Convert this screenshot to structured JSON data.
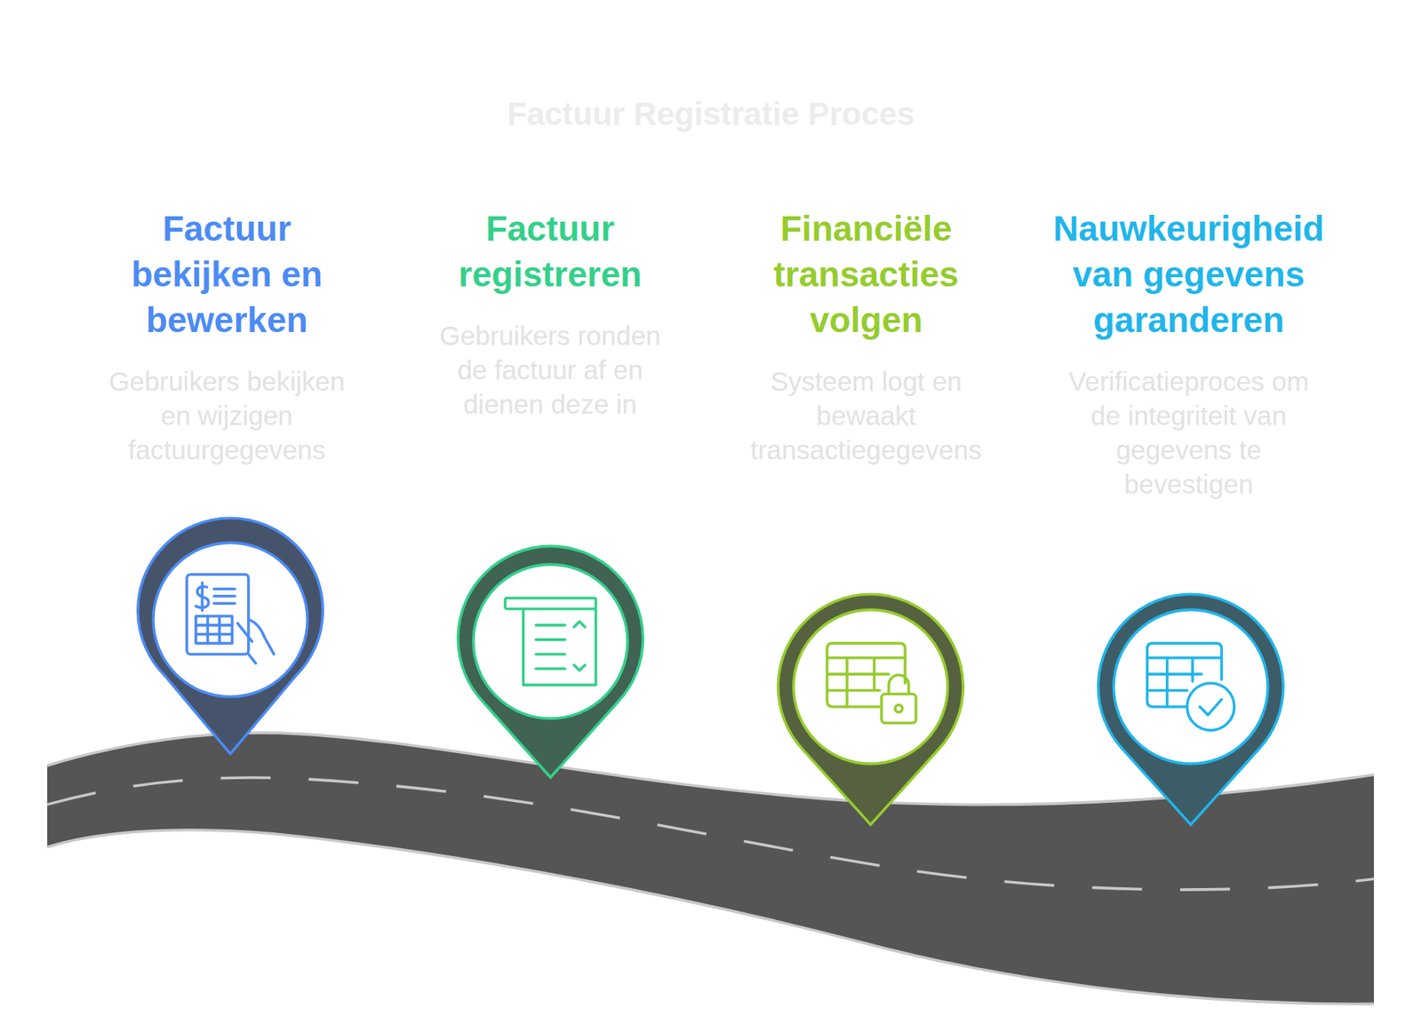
{
  "diagram": {
    "title": "Factuur Registratie Proces",
    "nodes": [
      {
        "text": [
          "Factuur bekijken en bewerken",
          "Gebruikers bekijken en wijzigen factuurgegevens"
        ]
      },
      {
        "text": [
          "Factuur registreren",
          "Gebruikers ronden de factuur af en dienen deze in"
        ]
      },
      {
        "text": [
          "Financiële transacties volgen",
          "Systeem logt en bewaakt transactiegegevens"
        ]
      },
      {
        "text": [
          "Nauwkeurigheid van gegevens garanderen",
          "Verificatieproces om de integriteit van gegevens te bevestigen"
        ]
      }
    ]
  }
}
